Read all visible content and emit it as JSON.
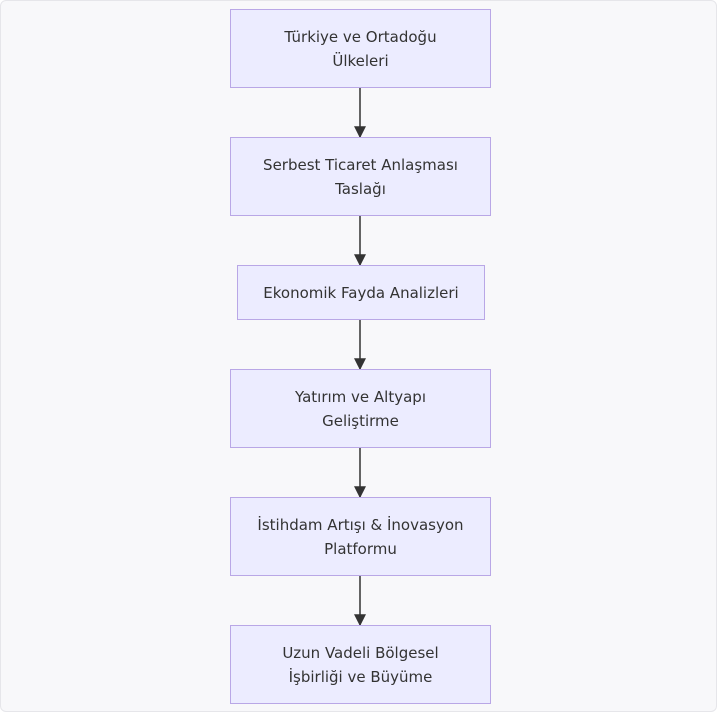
{
  "diagram": {
    "nodes": [
      {
        "id": "n1",
        "label": "Türkiye ve Ortadoğu Ülkeleri"
      },
      {
        "id": "n2",
        "label": "Serbest Ticaret Anlaşması Taslağı"
      },
      {
        "id": "n3",
        "label": "Ekonomik Fayda Analizleri"
      },
      {
        "id": "n4",
        "label": "Yatırım ve Altyapı Geliştirme"
      },
      {
        "id": "n5",
        "label": "İstihdam Artışı & İnovasyon Platformu"
      },
      {
        "id": "n6",
        "label": "Uzun Vadeli Bölgesel İşbirliği ve Büyüme"
      }
    ],
    "edges": [
      {
        "from": "n1",
        "to": "n2"
      },
      {
        "from": "n2",
        "to": "n3"
      },
      {
        "from": "n3",
        "to": "n4"
      },
      {
        "from": "n4",
        "to": "n5"
      },
      {
        "from": "n5",
        "to": "n6"
      }
    ],
    "colors": {
      "node_fill": "#ececff",
      "node_border": "#b9a7e6",
      "edge": "#333333",
      "text": "#333333"
    }
  }
}
